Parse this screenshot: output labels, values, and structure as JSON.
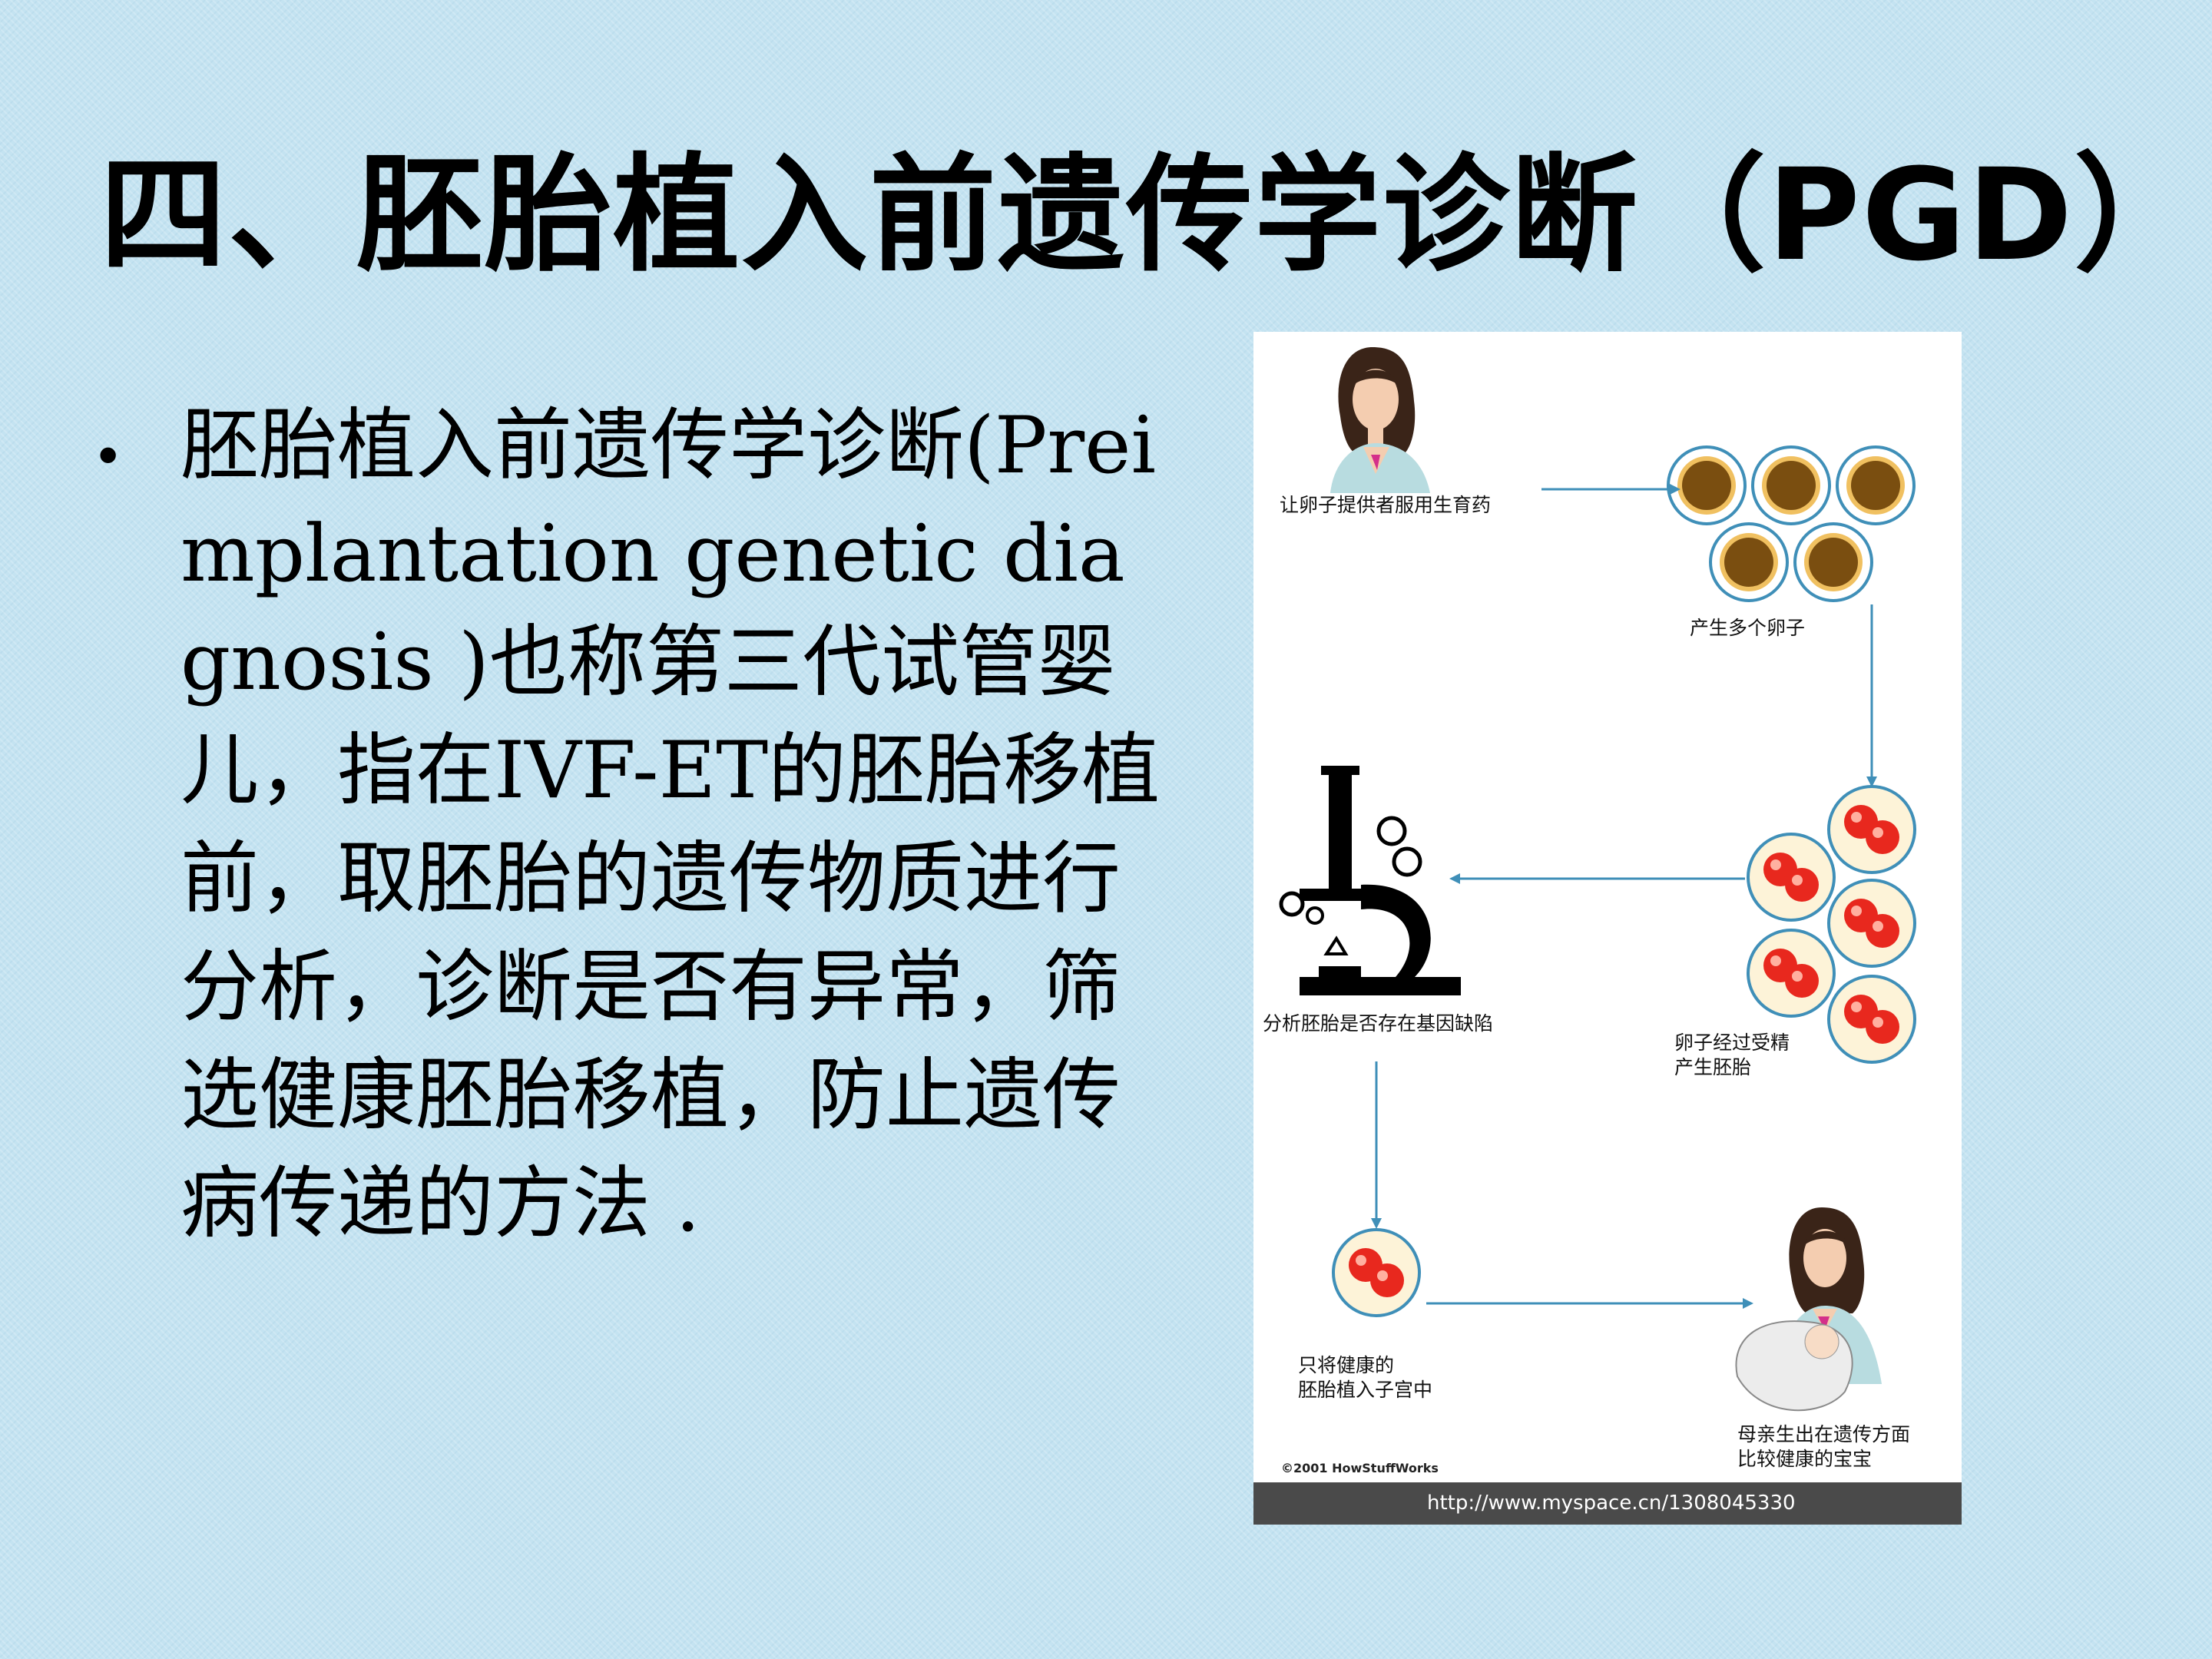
{
  "slide": {
    "title": "四、胚胎植入前遗传学诊断（PGD）",
    "bullet_symbol": "•",
    "bullet_text": "胚胎植入前遗传学诊断(Preimplantation genetic diagnosis )也称第三代试管婴儿，指在IVF-ET的胚胎移植前，取胚胎的遗传物质进行分析，诊断是否有异常，筛选健康胚胎移植，防止遗传病传递的方法 ."
  },
  "figure": {
    "captions": {
      "step1": "让卵子提供者服用生育药",
      "step2": "产生多个卵子",
      "step3_line1": "卵子经过受精",
      "step3_line2": "产生胚胎",
      "step4": "分析胚胎是否存在基因缺陷",
      "step5_line1": "只将健康的",
      "step5_line2": "胚胎植入子宫中",
      "step6_line1": "母亲生出在遗传方面",
      "step6_line2": "比较健康的宝宝"
    },
    "copyright": "©2001 HowStuffWorks",
    "url": "http://www.myspace.cn/1308045330"
  },
  "colors": {
    "background": "#c4e3f1",
    "arrow": "#3f8fb8",
    "egg_yolk": "#7a4e10",
    "embryo_red": "#e8281e"
  },
  "icons": {
    "microscope": "microscope-icon",
    "woman": "woman-icon",
    "baby": "baby-icon"
  }
}
